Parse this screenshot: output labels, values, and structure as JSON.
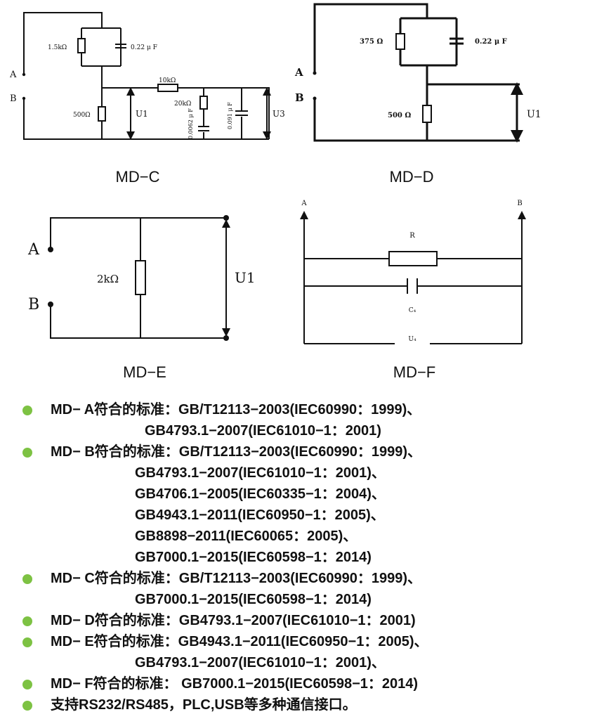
{
  "diagrams": [
    {
      "caption": "MD−C",
      "terminals": [
        "A",
        "B"
      ],
      "components": {
        "r_parallel": "1.5kΩ",
        "c_parallel": "0.22 μ F",
        "r_shunt": "500Ω",
        "r_series": "10kΩ",
        "r_branch": "20kΩ",
        "c_branch": "0.0062 μ F",
        "c_out": "0.091 μ F"
      },
      "voltages": [
        "U1",
        "U3"
      ]
    },
    {
      "caption": "MD−D",
      "terminals": [
        "A",
        "B"
      ],
      "components": {
        "r_parallel": "375 Ω",
        "c_parallel": "0.22 μ F",
        "r_shunt": "500 Ω"
      },
      "voltages": [
        "U1"
      ]
    },
    {
      "caption": "MD−E",
      "terminals": [
        "A",
        "B"
      ],
      "components": {
        "r_shunt": "2kΩ"
      },
      "voltages": [
        "U1"
      ]
    },
    {
      "caption": "MD−F",
      "terminals": [
        "A",
        "B"
      ],
      "components": {
        "r": "R",
        "c": "C₄"
      },
      "voltages": [
        "U₄"
      ]
    }
  ],
  "standards": [
    {
      "lines": [
        "MD− A符合的标准：GB/T12113−2003(IEC60990：1999)、",
        "GB4793.1−2007(IEC61010−1：2001)"
      ]
    },
    {
      "lines": [
        "MD− B符合的标准：GB/T12113−2003(IEC60990：1999)、",
        "GB4793.1−2007(IEC61010−1：2001)、",
        "GB4706.1−2005(IEC60335−1：2004)、",
        "GB4943.1−2011(IEC60950−1：2005)、",
        "GB8898−2011(IEC60065：2005)、",
        "GB7000.1−2015(IEC60598−1：2014)"
      ]
    },
    {
      "lines": [
        "MD− C符合的标准：GB/T12113−2003(IEC60990：1999)、",
        "GB7000.1−2015(IEC60598−1：2014)"
      ]
    },
    {
      "lines": [
        "MD− D符合的标准：GB4793.1−2007(IEC61010−1：2001)"
      ]
    },
    {
      "lines": [
        "MD− E符合的标准：GB4943.1−2011(IEC60950−1：2005)、",
        "GB4793.1−2007(IEC61010−1：2001)、"
      ]
    },
    {
      "lines": [
        "MD− F符合的标准： GB7000.1−2015(IEC60598−1：2014)"
      ]
    },
    {
      "lines": [
        "支持RS232/RS485，PLC,USB等多种通信接口。"
      ]
    }
  ],
  "colors": {
    "bullet": "#7dc243",
    "ink": "#111111"
  }
}
